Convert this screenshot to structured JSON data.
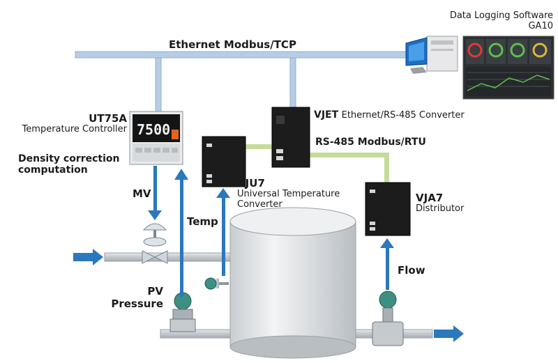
{
  "labels": {
    "network": "Ethernet Modbus/TCP",
    "software_line1": "Data Logging Software",
    "software_line2": "GA10",
    "controller_model": "UT75A",
    "controller_desc": "Temperature Controller",
    "computation_line1": "Density correction",
    "computation_line2": "computation",
    "controller_display": "7500",
    "converter_model": "VJET",
    "converter_desc": "Ethernet/RS-485 Converter",
    "serial_bus": "RS-485 Modbus/RTU",
    "temp_converter_model": "VJU7",
    "temp_converter_line1": "Universal Temperature",
    "temp_converter_line2": "Converter",
    "distributor_model": "VJA7",
    "distributor_desc": "Distributor",
    "mv": "MV",
    "temp": "Temp",
    "pv": "PV",
    "pressure": "Pressure",
    "flow": "Flow"
  },
  "colors": {
    "ethernet_bus": "#b7cde4",
    "rs485_bus": "#c5dc9a",
    "signal_arrow": "#2a78bd",
    "pipe": "#c9cfd4",
    "tank": "#e4e7ea",
    "device_dark": "#1c1c1c",
    "instrument_teal": "#3d8f84"
  },
  "icons": [
    "computer-icon",
    "flow-arrow-icon",
    "control-valve-icon",
    "pressure-transmitter-icon",
    "flowmeter-icon",
    "temperature-sensor-icon"
  ]
}
